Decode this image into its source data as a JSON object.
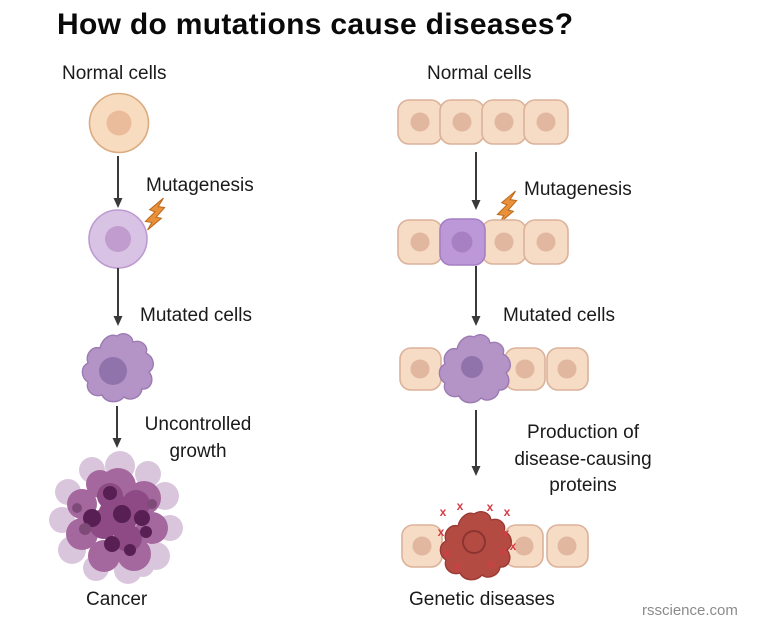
{
  "title": "How do mutations cause diseases?",
  "watermark": "rsscience.com",
  "left_flow": {
    "start_label": "Normal cells",
    "step1_label": "Mutagenesis",
    "step2_label": "Mutated cells",
    "step3_label": "Uncontrolled growth",
    "end_label": "Cancer"
  },
  "right_flow": {
    "start_label": "Normal cells",
    "step1_label": "Mutagenesis",
    "step2_label": "Mutated cells",
    "step3_label": "Production of disease-causing proteins",
    "end_label": "Genetic diseases"
  },
  "marks": {
    "x_glyph": "x"
  },
  "colors": {
    "background": "#FFFFFF",
    "title_text": "#0A0A0A",
    "label_text": "#1A1A1A",
    "watermark_text": "#8B8B8B",
    "arrow": "#3A3A3A",
    "lightning_fill": "#E8913A",
    "lightning_stroke": "#C06A1E",
    "normal_cell_fill": "#F8DCC0",
    "normal_cell_stroke": "#D9AC82",
    "normal_cell_nucleus": "#EBBC9B",
    "square_cell_fill": "#F6DBC5",
    "square_cell_stroke": "#DBB29A",
    "square_cell_nucleus": "#E2B7A0",
    "mutated_round_fill": "#D9C3E4",
    "mutated_round_stroke": "#BD9BD0",
    "mutated_round_nucleus": "#C09CCF",
    "mutated_square_fill": "#BC98D8",
    "mutated_square_stroke": "#A37FC4",
    "mutated_square_nucleus": "#A780C3",
    "mutated_blob_fill": "#B493C7",
    "mutated_blob_stroke": "#9C7BB2",
    "mutated_blob_nucleus": "#9173AC",
    "diseased_cell_fill": "#B34B43",
    "diseased_cell_stroke": "#9A3A33",
    "diseased_nucleus_ring": "#8C3430",
    "x_mark": "#D53C45",
    "cancer_pale": "#D9C3DB",
    "cancer_mid": "#A5689E",
    "cancer_dark": "#8D4A85",
    "cancer_nucleus": "#571F53",
    "cancer_nucleus_light": "#7E4B79"
  }
}
